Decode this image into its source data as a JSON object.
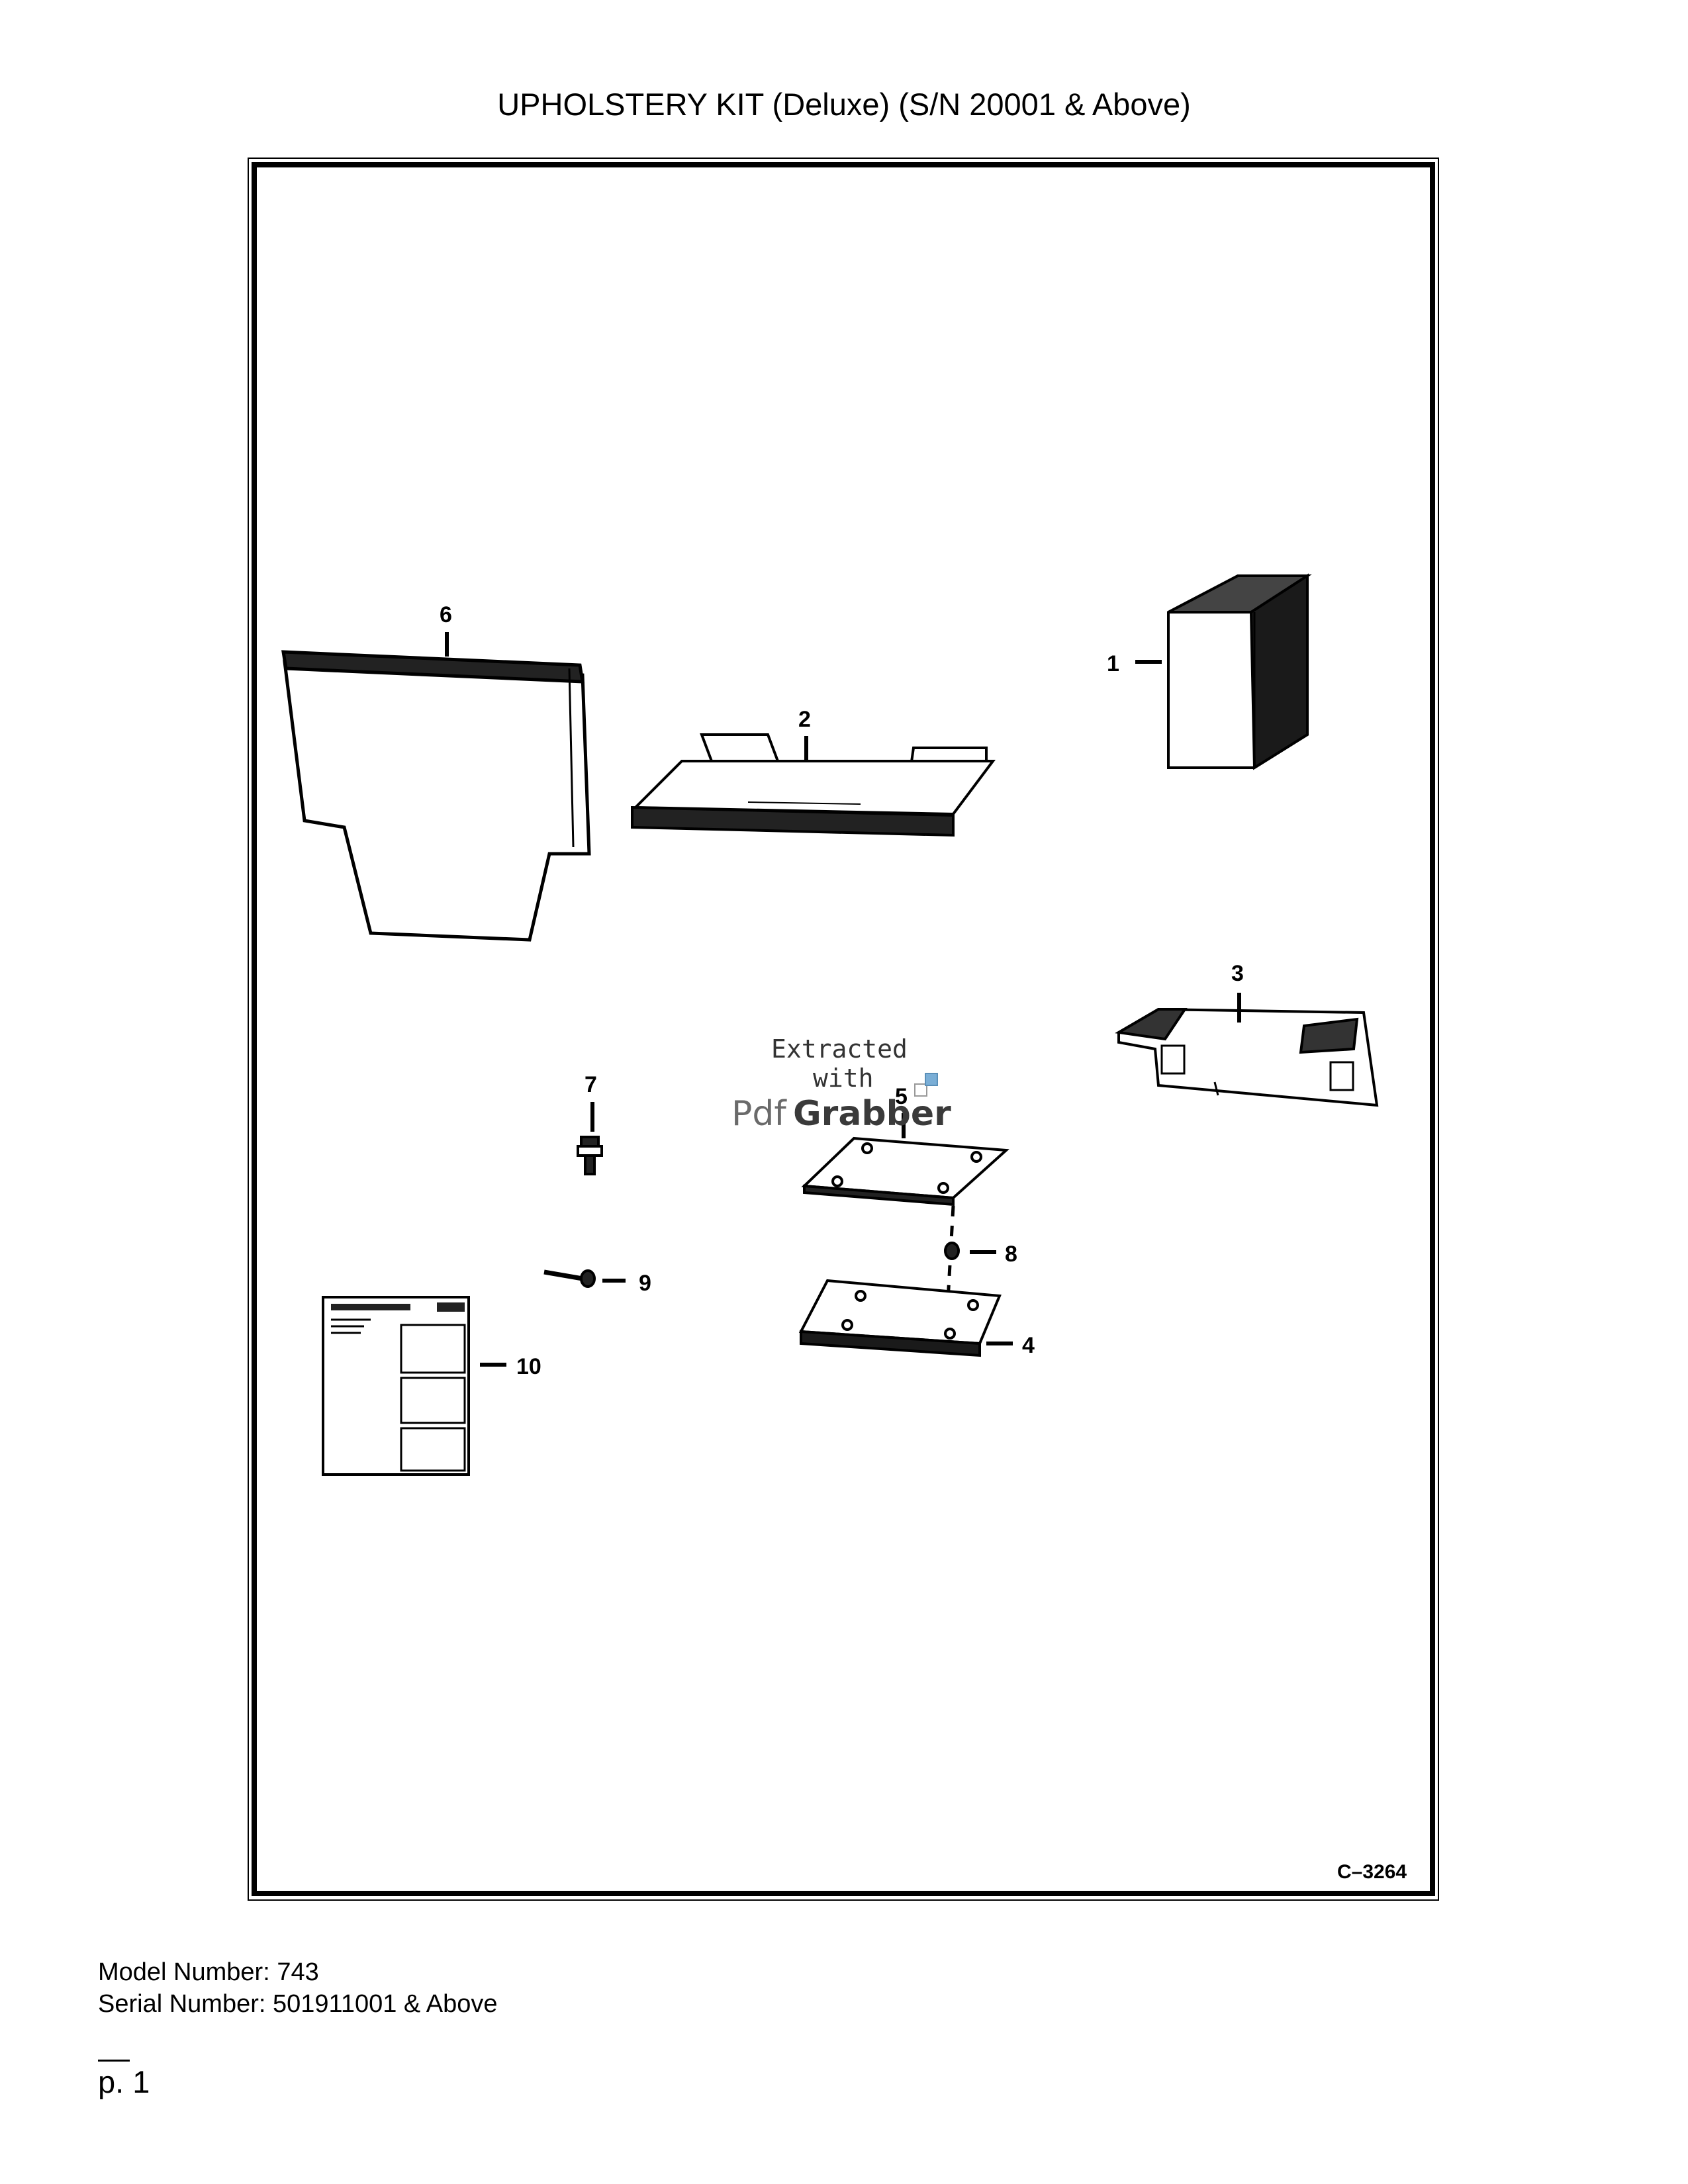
{
  "page": {
    "title": "UPHOLSTERY KIT (Deluxe) (S/N 20001 & Above)",
    "model_number": "Model Number: 743",
    "serial_number": "Serial Number: 501911001 & Above",
    "page_number": "p. 1"
  },
  "diagram": {
    "drawing_code": "C–3264",
    "callouts": {
      "c1": "1",
      "c2": "2",
      "c3": "3",
      "c4": "4",
      "c5": "5",
      "c6": "6",
      "c7": "7",
      "c8": "8",
      "c9": "9",
      "c10": "10"
    },
    "watermark": {
      "line1": "Extracted",
      "line2": "with",
      "brand_part1": "Pdf",
      "brand_part2": "Grabber"
    }
  }
}
